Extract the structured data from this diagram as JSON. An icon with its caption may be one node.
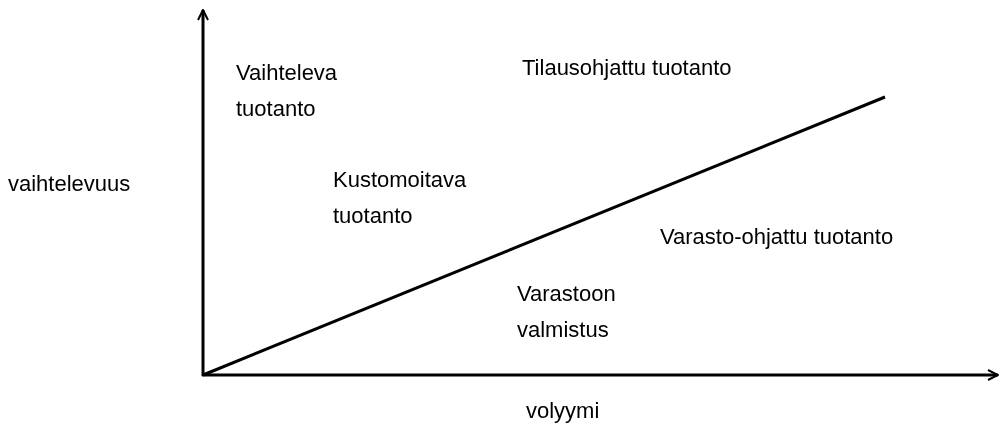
{
  "diagram": {
    "labels": [
      "Vaihteleva tuotanto",
      "Tilausohjattu tuotanto",
      "vaihtelevuus",
      "Kustomoitava tuotanto",
      "Varasto-ohjattu tuotanto",
      "Varastoon valmistus",
      "volyymi"
    ]
  }
}
